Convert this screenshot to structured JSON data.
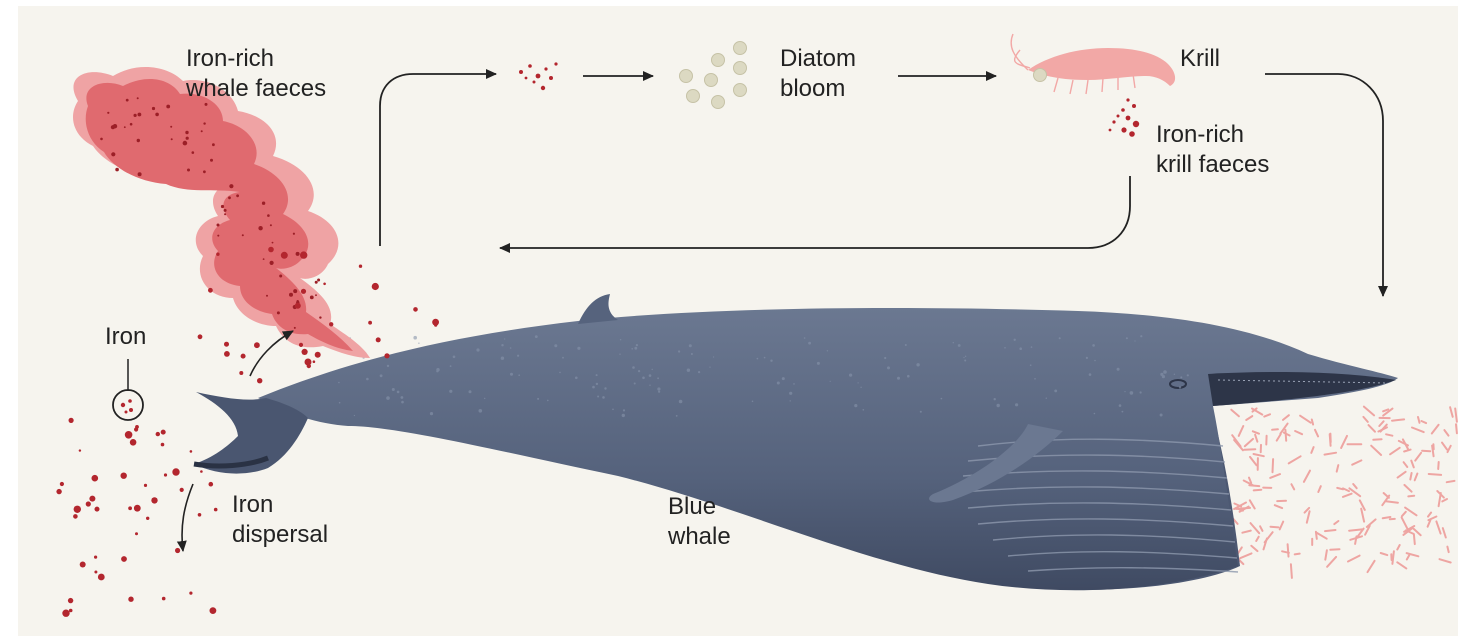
{
  "labels": {
    "whale_faeces": [
      "Iron-rich",
      "whale faeces"
    ],
    "diatom_bloom": [
      "Diatom",
      "bloom"
    ],
    "krill": "Krill",
    "krill_faeces": [
      "Iron-rich",
      "krill faeces"
    ],
    "iron": "Iron",
    "iron_dispersal": [
      "Iron",
      "dispersal"
    ],
    "blue_whale": [
      "Blue",
      "whale"
    ]
  },
  "colors": {
    "background": "#f6f4ee",
    "whale_body": "#5b6882",
    "whale_dark": "#3c4760",
    "faeces_plume": "#e06a6f",
    "faeces_outer": "#efa3a4",
    "iron_dots": "#b3262e",
    "diatom": "#d9d6bd",
    "krill": "#f2a8a6",
    "arrows": "#222222"
  },
  "icons": {
    "faeces_plume": "whale-faeces-plume",
    "iron_particle": "iron-particle-circle",
    "diatoms": "diatom-cells",
    "krill": "krill-shrimp",
    "krill_swarm": "krill-swarm",
    "whale": "blue-whale"
  }
}
